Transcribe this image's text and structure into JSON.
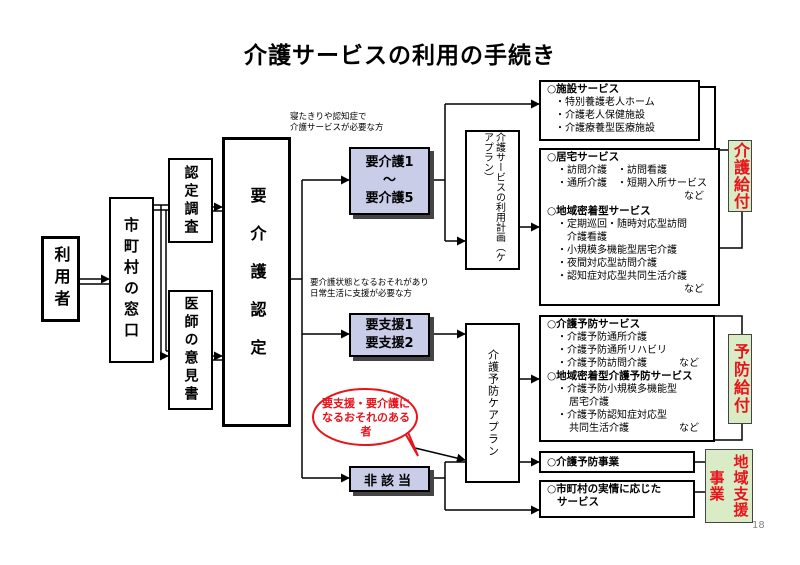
{
  "title": "介護サービスの利用の手続き",
  "page_number": "18",
  "user": "利用者",
  "window": "市町村の窓口",
  "assessment": "認定調査",
  "doctor": "医師の意見書",
  "certification": "要介護認定",
  "care_level": {
    "line1": "要介護1",
    "line2": "〜",
    "line3": "要介護5"
  },
  "support_level": {
    "line1": "要支援1",
    "line2": "要支援2"
  },
  "not_applicable": "非該当",
  "note_care": {
    "line1": "寝たきりや認知症で",
    "line2": "介護サービスが必要な方"
  },
  "note_support": {
    "line1": "要介護状態となるおそれがあり",
    "line2": "日常生活に支援が必要な方"
  },
  "care_plan": "介護サービスの利用計画（ケアプラン）",
  "prevention_plan": "介護予防ケアプラン",
  "bubble": "要支援・要介護になるおそれのある者",
  "facility": {
    "heading": "○施設サービス",
    "items": [
      "・特別養護老人ホーム",
      "・介護老人保健施設",
      "・介護療養型医療施設"
    ]
  },
  "home": {
    "heading": "○居宅サービス",
    "items": [
      "・訪問介護　・訪問看護",
      "・通所介護　・短期入所サービス"
    ],
    "etc": "など",
    "community_heading": "○地域密着型サービス",
    "community_items": [
      "・定期巡回・随時対応型訪問",
      "介護看護",
      "・小規模多機能型居宅介護",
      "・夜間対応型訪問介護",
      "・認知症対応型共同生活介護"
    ],
    "community_etc": "など"
  },
  "prevention": {
    "heading": "○介護予防サービス",
    "items": [
      "・介護予防通所介護",
      "・介護予防通所リハビリ",
      "・介護予防訪問介護"
    ],
    "etc": "など",
    "community_heading": "○地域密着型介護予防サービス",
    "community_items": [
      "・介護予防小規模多機能型",
      "居宅介護",
      "・介護予防認知症対応型",
      "共同生活介護"
    ],
    "community_etc": "など"
  },
  "prevention_project": "○介護予防事業",
  "municipal": {
    "line1": "○市町村の実情に応じた",
    "line2": "サービス"
  },
  "benefit_care": "介護給付",
  "benefit_prevention": "予防給付",
  "community_support": {
    "line1": "地域支援",
    "line2": "事業"
  }
}
